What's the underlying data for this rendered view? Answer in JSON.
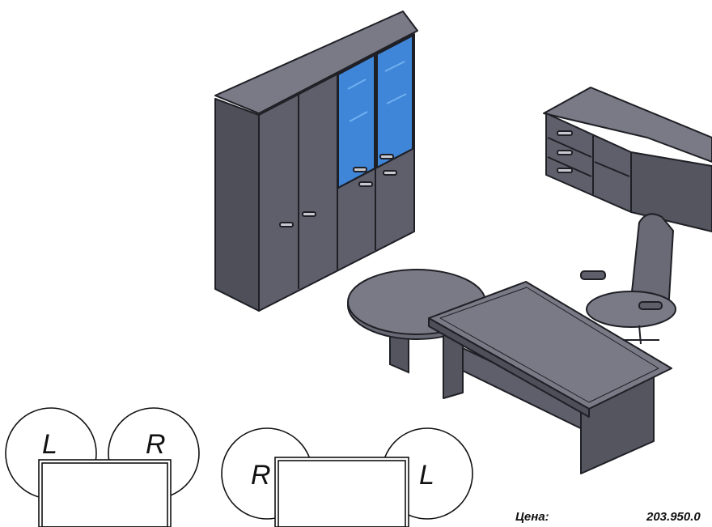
{
  "colors": {
    "body": "#5f5f6b",
    "top": "#7a7a86",
    "edge": "#1f1f26",
    "glass": "#3f86d8",
    "glass_light": "#6fb0ef"
  },
  "plans": {
    "left": {
      "left_letter": "L",
      "right_letter": "R"
    },
    "right": {
      "left_letter": "R",
      "right_letter": "L"
    }
  },
  "price": {
    "label": "Цена:",
    "value": "203.950.0"
  }
}
